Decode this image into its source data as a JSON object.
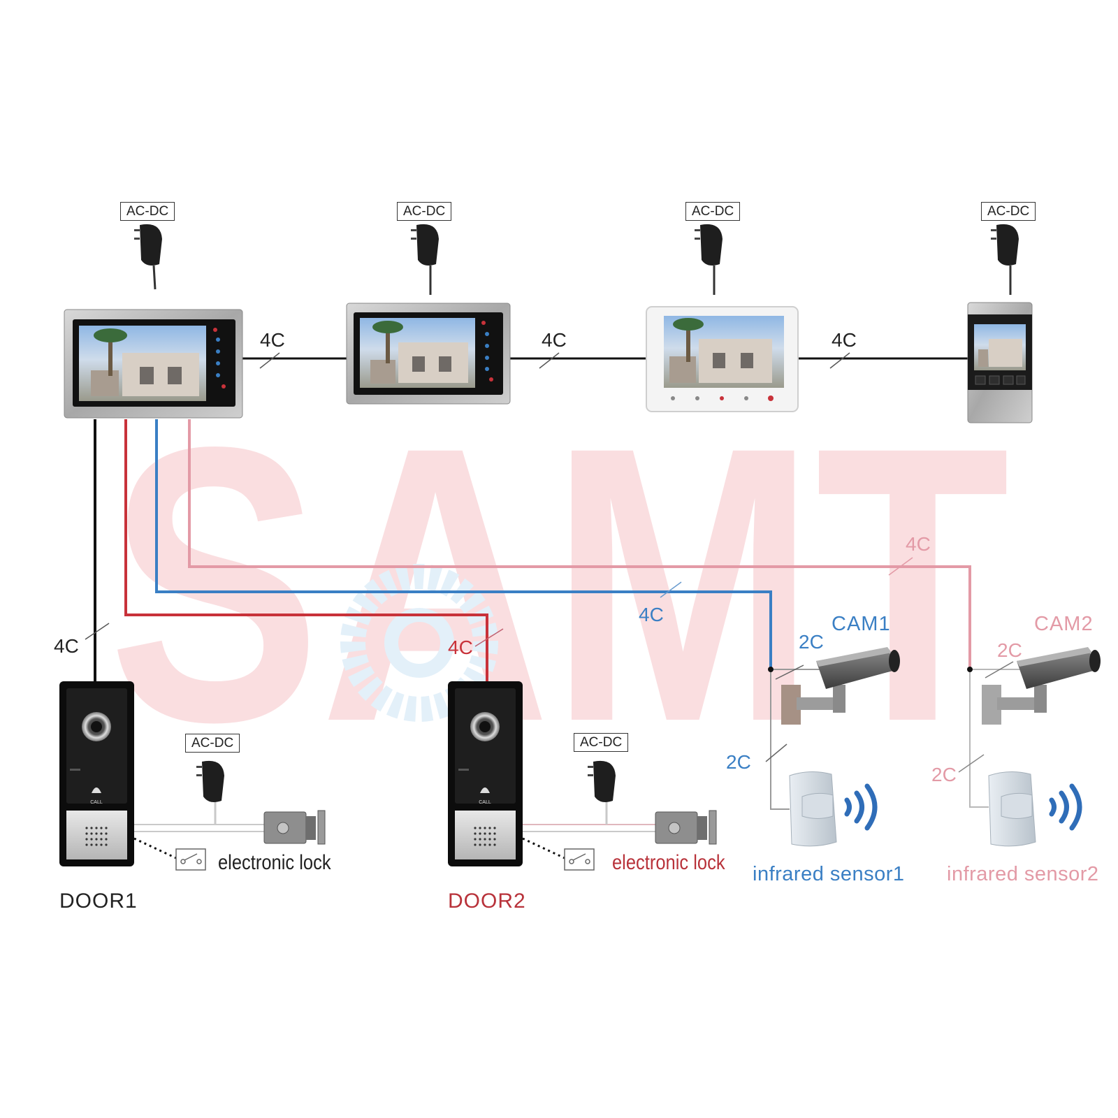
{
  "watermark": "SAMT",
  "colors": {
    "black_wire": "#111111",
    "red_wire": "#c8323a",
    "blue_wire": "#3a7fc4",
    "pink_wire": "#e39aa6",
    "watermark": "#f6c4c8"
  },
  "power_adapters": {
    "monitor1": "AC-DC",
    "monitor2": "AC-DC",
    "monitor3": "AC-DC",
    "monitor4": "AC-DC",
    "door1_lock": "AC-DC",
    "door2_lock": "AC-DC"
  },
  "cables": {
    "m1_m2": "4C",
    "m2_m3": "4C",
    "m3_m4": "4C",
    "m1_door1": "4C",
    "m1_door2": "4C",
    "m1_cam1": "4C",
    "m1_cam2": "4C",
    "cam1_feed": "2C",
    "sensor1_feed": "2C",
    "cam2_feed": "2C",
    "sensor2_feed": "2C"
  },
  "devices": {
    "door1": "DOOR1",
    "door2": "DOOR2",
    "cam1": "CAM1",
    "cam2": "CAM2",
    "lock1": "electronic lock",
    "lock2": "electronic lock",
    "sensor1": "infrared sensor1",
    "sensor2": "infrared sensor2"
  }
}
